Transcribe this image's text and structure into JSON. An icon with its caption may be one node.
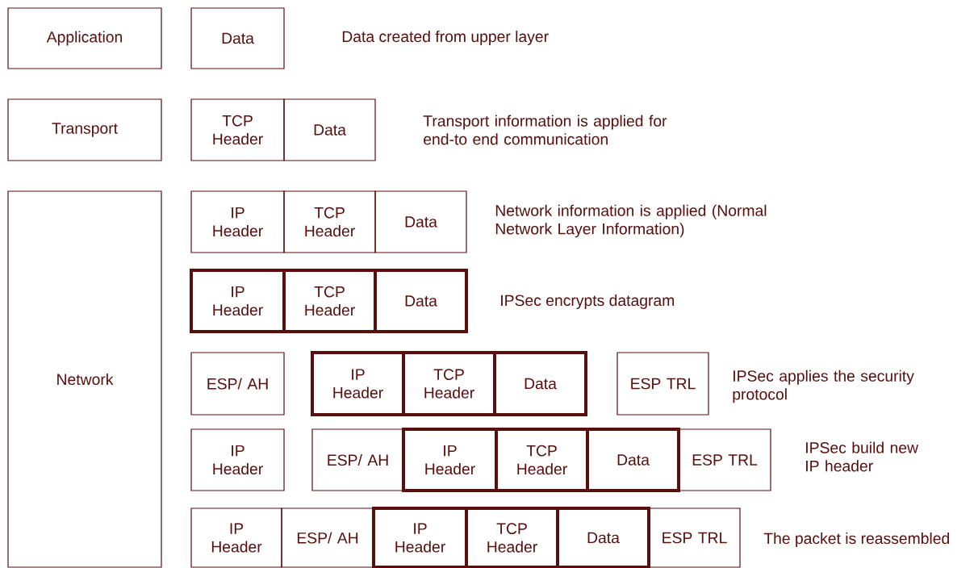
{
  "diagram": {
    "nodes": [
      {
        "text": [
          "Application"
        ]
      },
      {
        "text": [
          "Data"
        ]
      },
      {
        "text": [
          "Transport"
        ]
      },
      {
        "text": [
          "TCP Header"
        ]
      },
      {
        "text": [
          "Data"
        ]
      },
      {
        "text": [
          "Network"
        ]
      },
      {
        "text": [
          "IP Header"
        ]
      },
      {
        "text": [
          "TCP Header"
        ]
      },
      {
        "text": [
          "Data"
        ]
      },
      {
        "text": [
          "IP Header"
        ]
      },
      {
        "text": [
          "TCP Header"
        ]
      },
      {
        "text": [
          "Data"
        ]
      },
      {
        "text": [
          "ESP/ AH"
        ]
      },
      {
        "text": [
          "IP Header"
        ]
      },
      {
        "text": [
          "TCP Header"
        ]
      },
      {
        "text": [
          "Data"
        ]
      },
      {
        "text": [
          "ESP TRL"
        ]
      },
      {
        "text": [
          "IP Header"
        ]
      },
      {
        "text": [
          "ESP/ AH"
        ]
      },
      {
        "text": [
          "IP Header"
        ]
      },
      {
        "text": [
          "TCP Header"
        ]
      },
      {
        "text": [
          "Data"
        ]
      },
      {
        "text": [
          "ESP TRL"
        ]
      },
      {
        "text": [
          "IP Header"
        ]
      },
      {
        "text": [
          "ESP/ AH"
        ]
      },
      {
        "text": [
          "IP Header"
        ]
      },
      {
        "text": [
          "TCP Header"
        ]
      },
      {
        "text": [
          "Data"
        ]
      },
      {
        "text": [
          "ESP TRL"
        ]
      }
    ],
    "labels": [
      "Data created from upper layer",
      "Transport information is applied for end-to end communication",
      "Network information is applied (Normal Network Layer Information)",
      "IPSec encrypts datagram",
      "IPSec applies the security protocol",
      "IPSec build new IP header",
      "The packet is reassembled"
    ]
  }
}
